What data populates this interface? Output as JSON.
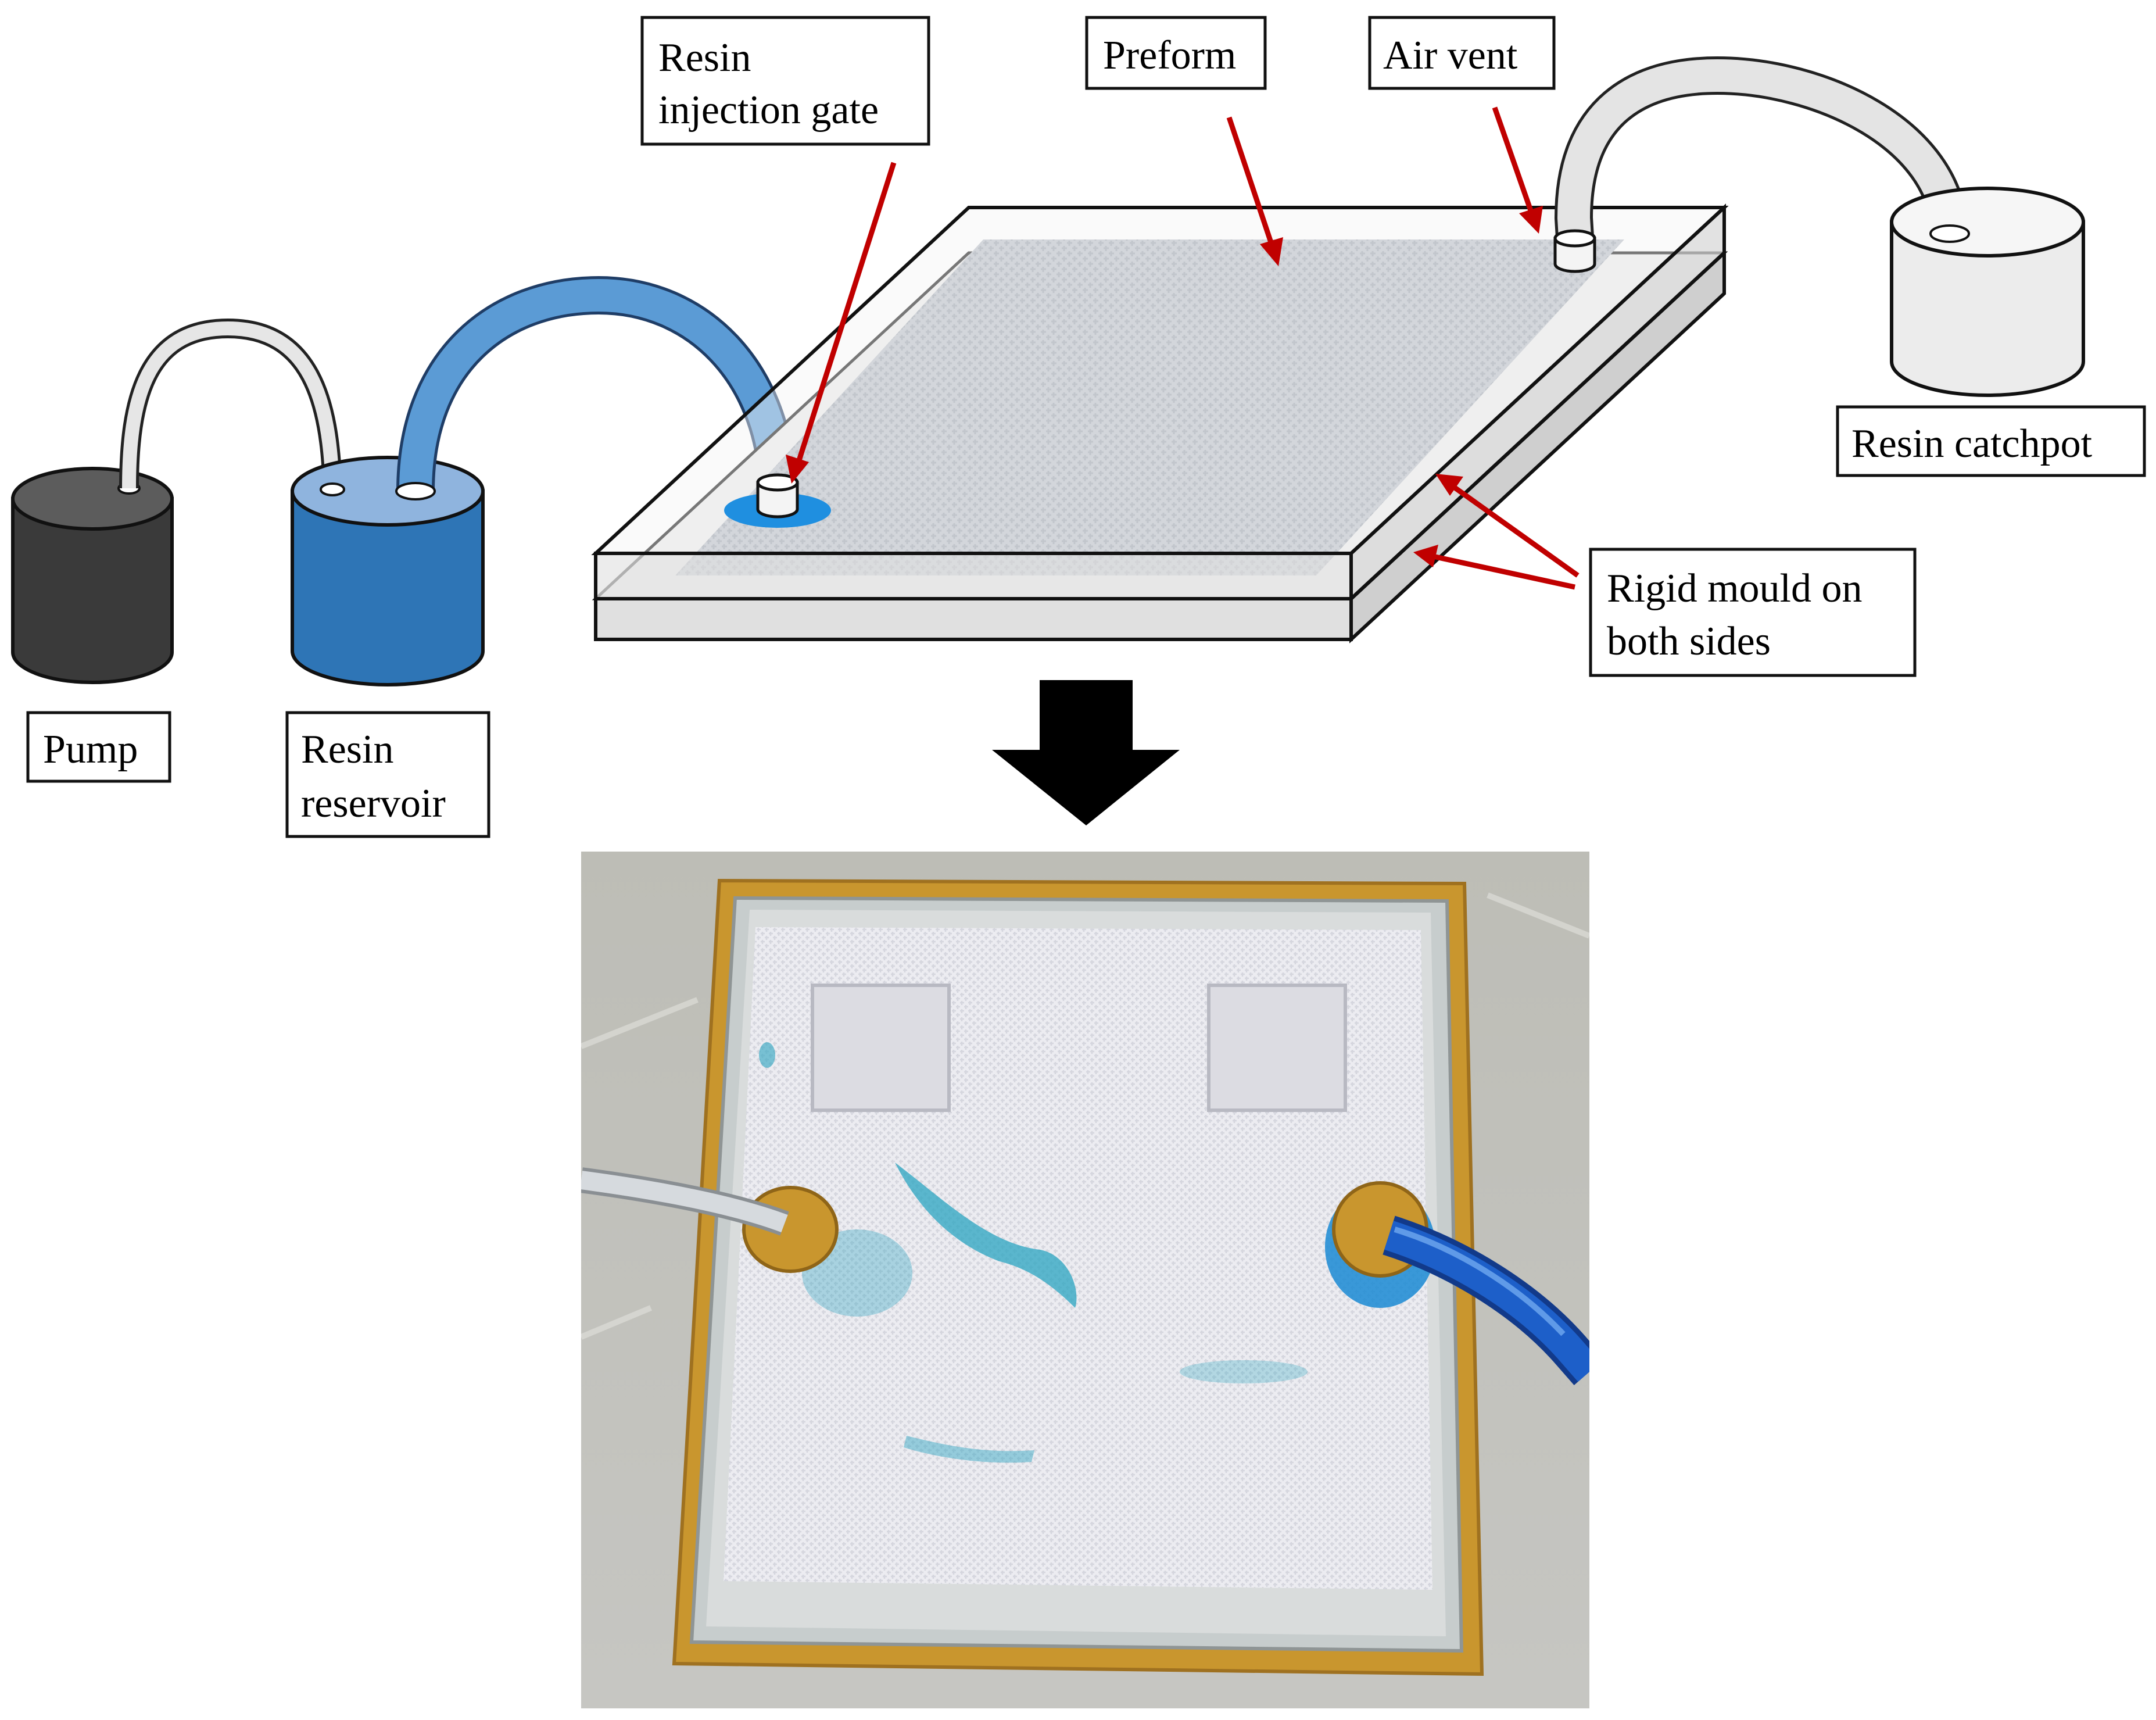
{
  "labels": {
    "injection_gate": [
      "Resin",
      "injection gate"
    ],
    "preform": "Preform",
    "air_vent": "Air vent",
    "catchpot": "Resin catchpot",
    "rigid_mould": [
      "Rigid mould on",
      "both sides"
    ],
    "pump": "Pump",
    "reservoir": [
      "Resin",
      "reservoir"
    ]
  },
  "colors": {
    "arrow_red": "#c00000",
    "resin_blue": "#2e75b6",
    "resin_blue_light": "#5b9bd5",
    "pump_dark": "#3a3a3a",
    "sealant_tape": "#c9962e",
    "fabric_white": "#eeeef2",
    "dye_cyan": "#2aa4c0"
  },
  "icons": {
    "process_arrow": "down-arrow-icon",
    "photo": "rtm-mould-photograph"
  }
}
